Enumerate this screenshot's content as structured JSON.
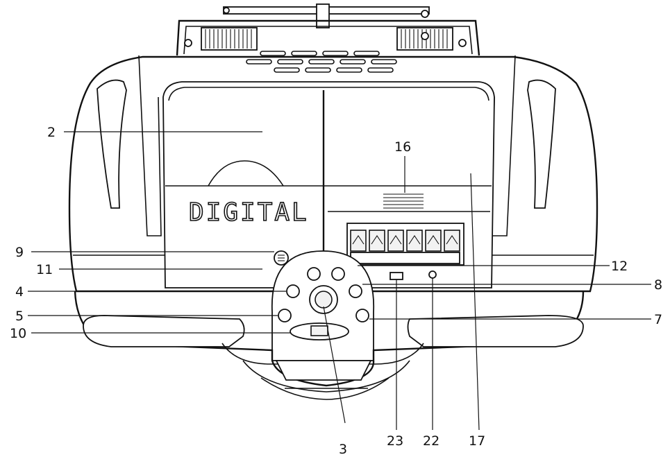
{
  "brand": "DIGITAL",
  "callouts": [
    {
      "id": "2",
      "label": "2"
    },
    {
      "id": "9",
      "label": "9"
    },
    {
      "id": "11",
      "label": "11"
    },
    {
      "id": "4",
      "label": "4"
    },
    {
      "id": "5",
      "label": "5"
    },
    {
      "id": "10",
      "label": "10"
    },
    {
      "id": "16",
      "label": "16"
    },
    {
      "id": "12",
      "label": "12"
    },
    {
      "id": "8",
      "label": "8"
    },
    {
      "id": "7",
      "label": "7"
    },
    {
      "id": "3",
      "label": "3"
    },
    {
      "id": "23",
      "label": "23"
    },
    {
      "id": "22",
      "label": "22"
    },
    {
      "id": "17",
      "label": "17"
    }
  ]
}
